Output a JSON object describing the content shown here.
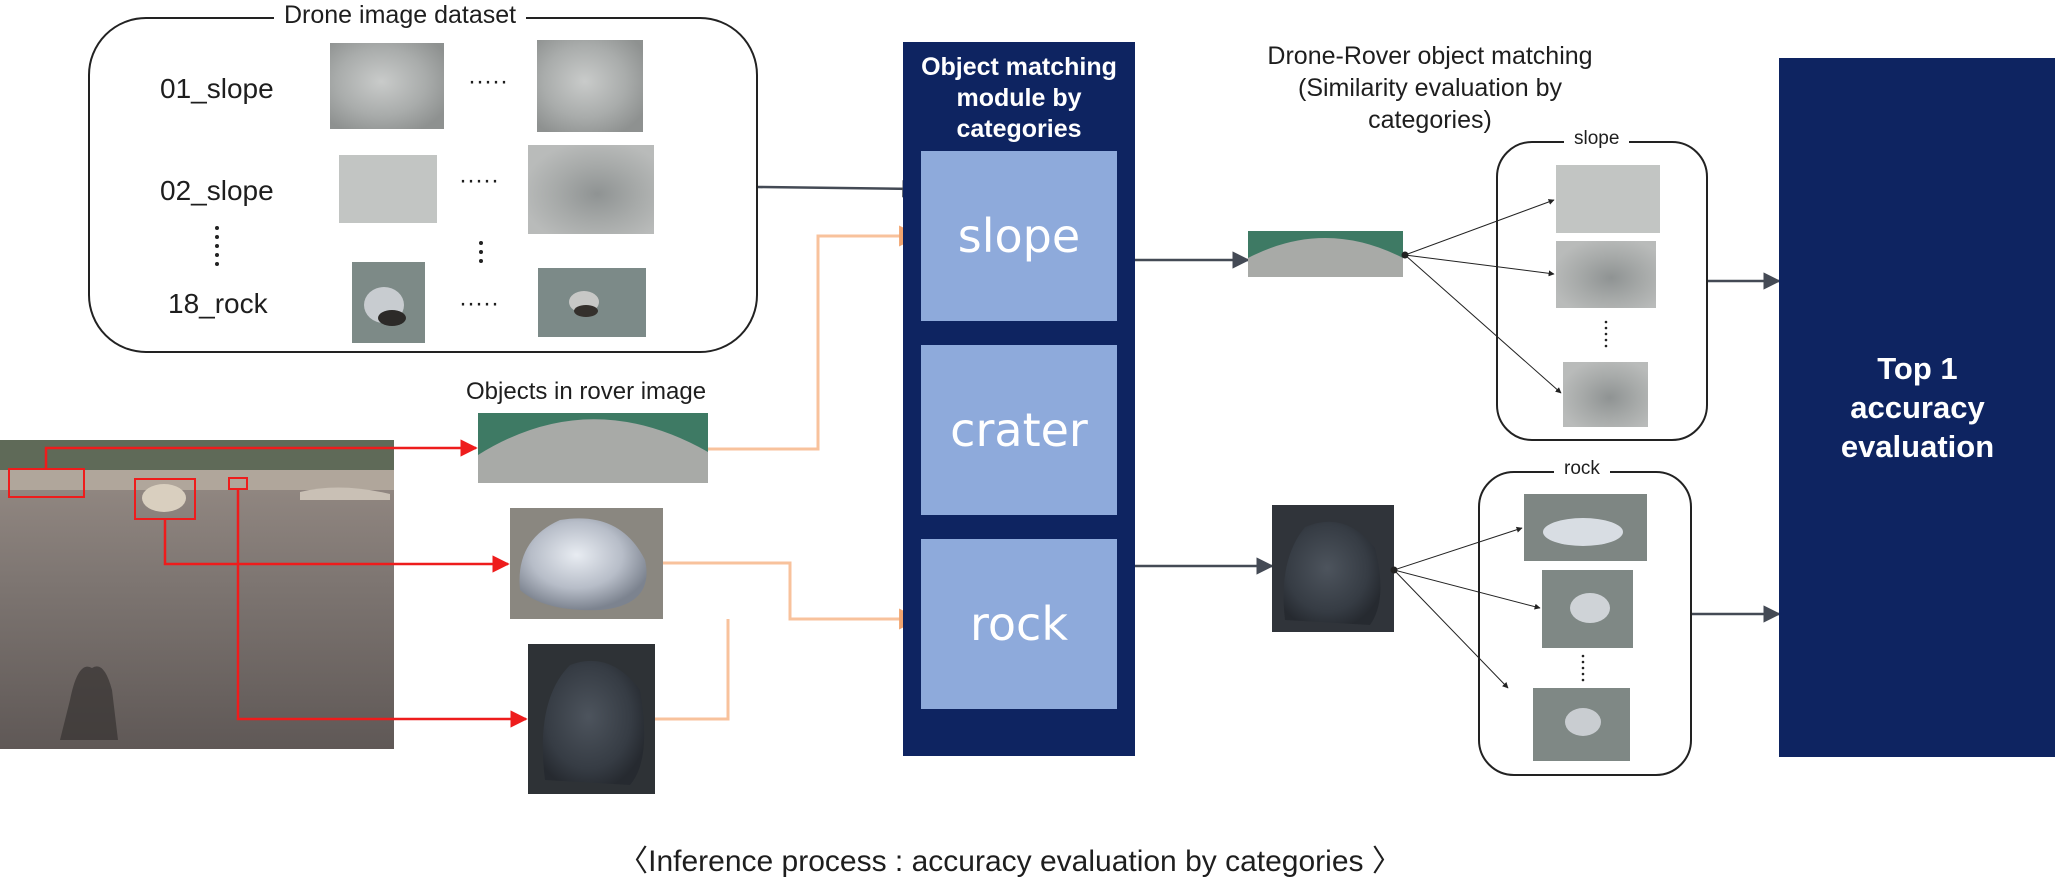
{
  "dataset": {
    "title": "Drone image dataset",
    "rows": [
      "01_slope",
      "02_slope",
      "18_rock"
    ],
    "ellipsis": "·····"
  },
  "rover": {
    "title": "Objects in rover image"
  },
  "module": {
    "title_lines": [
      "Object matching",
      "module by",
      "categories"
    ],
    "categories": [
      "slope",
      "crater",
      "rock"
    ]
  },
  "matching": {
    "title_lines": [
      "Drone-Rover object matching",
      "(Similarity evaluation by",
      "categories)"
    ],
    "slope_label": "slope",
    "rock_label": "rock"
  },
  "result": {
    "lines": [
      "Top 1",
      "accuracy",
      "evaluation"
    ]
  },
  "caption": "〈Inference process : accuracy evaluation by categories 〉",
  "colors": {
    "navy": "#0e2461",
    "category_fill": "#8eaadb",
    "red_arrow": "#ee1c1c",
    "orange_arrow": "#f8c29c",
    "dark_arrow": "#444a55"
  }
}
